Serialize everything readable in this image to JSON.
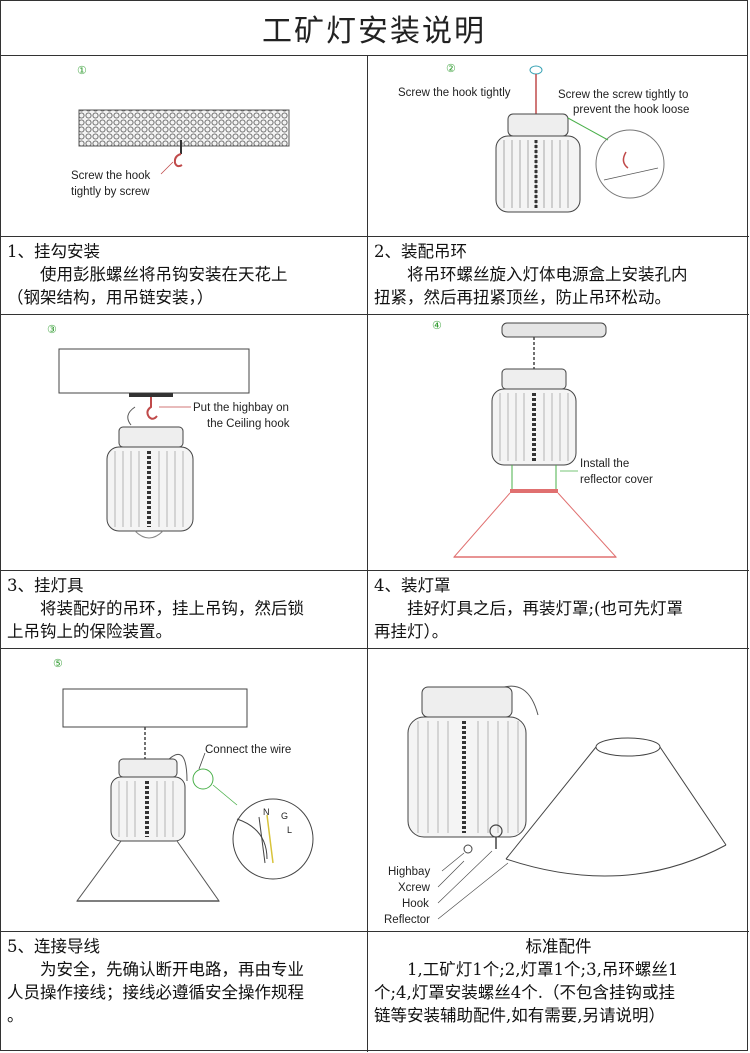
{
  "title": "工矿灯安装说明",
  "steps": [
    {
      "num": "①",
      "labels": [
        "Screw the hook",
        "tightly by screw"
      ],
      "heading": "1、挂勾安装",
      "text1": "使用彭胀螺丝将吊钩安装在天花上",
      "text2": "（钢架结构，用吊链安装，）"
    },
    {
      "num": "②",
      "labels": [
        "Screw the hook tightly",
        "Screw the screw tightly to",
        "prevent the hook loose"
      ],
      "heading": "2、装配吊环",
      "text1": "将吊环螺丝旋入灯体电源盒上安装孔内",
      "text2": "扭紧，然后再扭紧顶丝，防止吊环松动。"
    },
    {
      "num": "③",
      "labels": [
        "Put the highbay on",
        "the Ceiling hook"
      ],
      "heading": "3、挂灯具",
      "text1": "将装配好的吊环，挂上吊钩，然后锁",
      "text2": "上吊钩上的保险装置。"
    },
    {
      "num": "④",
      "labels": [
        "Install the",
        "reflector cover"
      ],
      "heading": "4、装灯罩",
      "text1": "挂好灯具之后，再装灯罩;(也可先灯罩",
      "text2": "再挂灯）。"
    },
    {
      "num": "⑤",
      "labels": [
        "Connect the wire",
        "N",
        "G",
        "L"
      ],
      "heading": "5、连接导线",
      "text1": "为安全，先确认断开电路，再由专业",
      "text2": "人员操作接线；接线必遵循安全操作规程",
      "text3": "。"
    }
  ],
  "parts": {
    "labels": [
      "Highbay",
      "Xcrew",
      "Hook",
      "Reflector"
    ],
    "heading": "标准配件",
    "text1": "1,工矿灯1个;2,灯罩1个;3,吊环螺丝1",
    "text2": "个;4,灯罩安装螺丝4个.（不包含挂钩或挂",
    "text3": "链等安装辅助配件,如有需要,另请说明）"
  }
}
